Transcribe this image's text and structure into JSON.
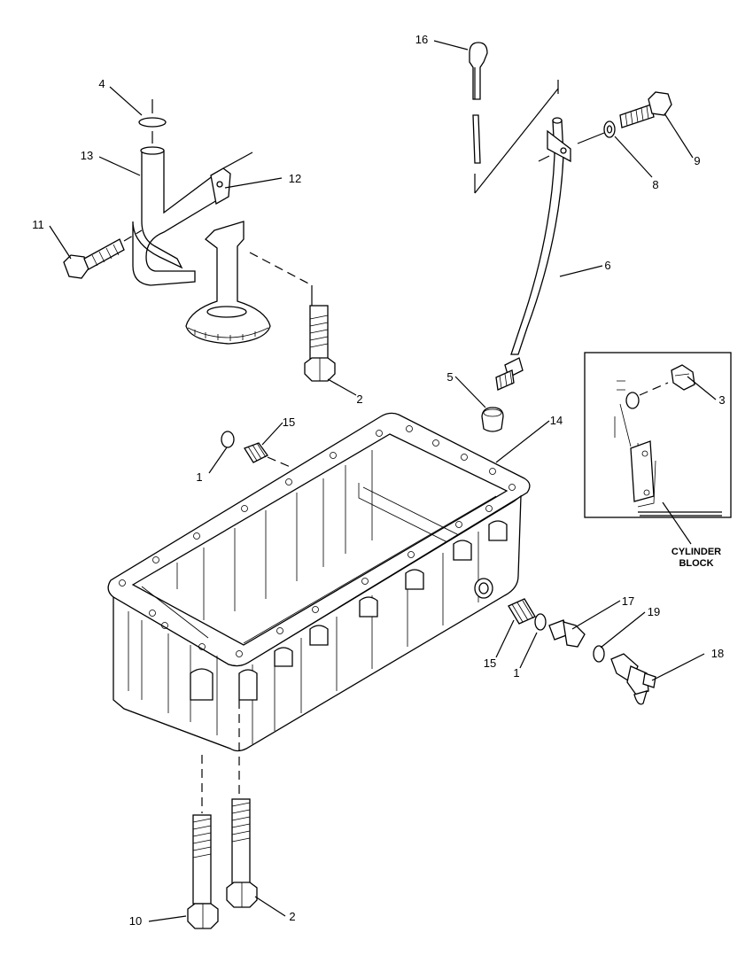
{
  "diagram": {
    "callouts": [
      {
        "id": "c16",
        "text": "16"
      },
      {
        "id": "c4",
        "text": "4"
      },
      {
        "id": "c13",
        "text": "13"
      },
      {
        "id": "c12",
        "text": "12"
      },
      {
        "id": "c11",
        "text": "11"
      },
      {
        "id": "c9",
        "text": "9"
      },
      {
        "id": "c8",
        "text": "8"
      },
      {
        "id": "c6",
        "text": "6"
      },
      {
        "id": "c2a",
        "text": "2"
      },
      {
        "id": "c5",
        "text": "5"
      },
      {
        "id": "c14",
        "text": "14"
      },
      {
        "id": "c15a",
        "text": "15"
      },
      {
        "id": "c1a",
        "text": "1"
      },
      {
        "id": "c3",
        "text": "3"
      },
      {
        "id": "c17",
        "text": "17"
      },
      {
        "id": "c19",
        "text": "19"
      },
      {
        "id": "c18",
        "text": "18"
      },
      {
        "id": "c15b",
        "text": "15"
      },
      {
        "id": "c1b",
        "text": "1"
      },
      {
        "id": "c10",
        "text": "10"
      },
      {
        "id": "c2b",
        "text": "2"
      }
    ],
    "inset": {
      "label_line1": "CYLINDER",
      "label_line2": "BLOCK"
    }
  }
}
